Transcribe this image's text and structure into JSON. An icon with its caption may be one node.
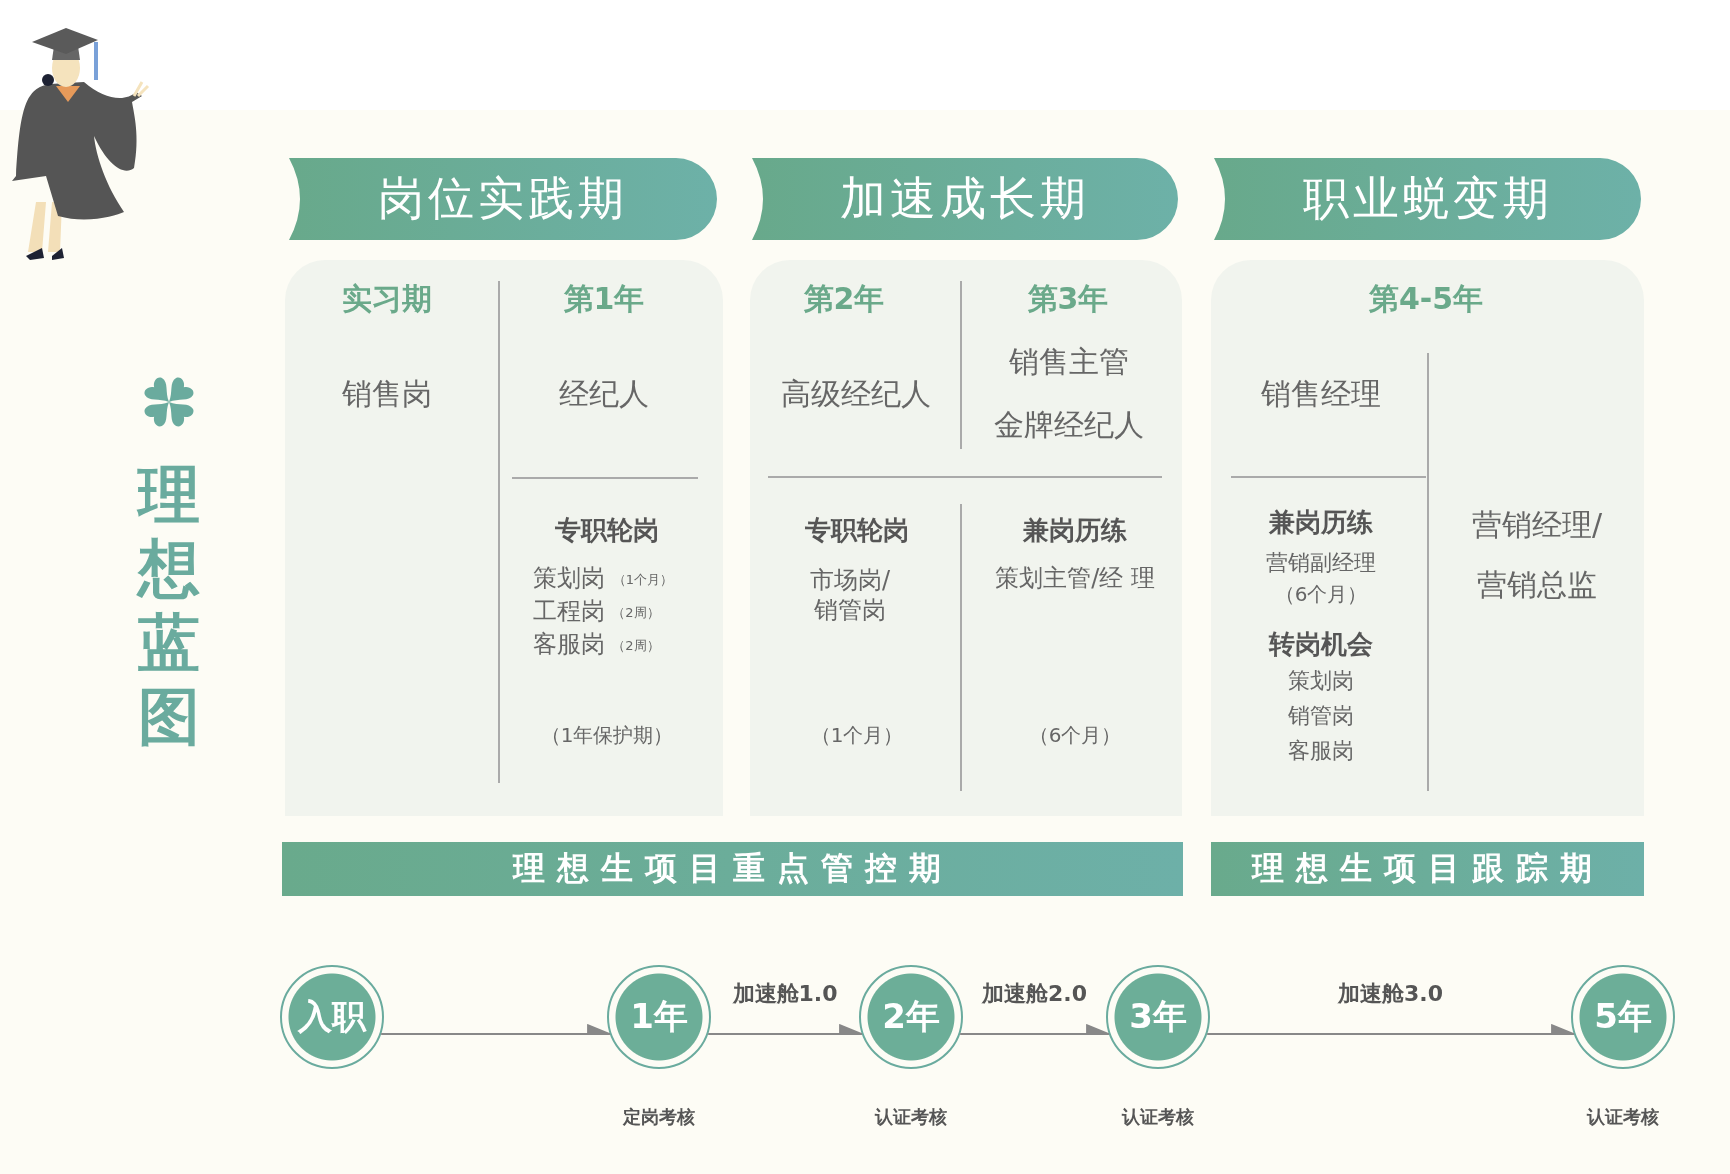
{
  "diagram": {
    "title": "理想蓝图",
    "nodes": [
      {
        "text": [
          "岗位实践期"
        ]
      },
      {
        "text": [
          "加速成长期"
        ]
      },
      {
        "text": [
          "职业蜕变期"
        ]
      },
      {
        "text": [
          "实习期",
          "销售岗",
          "第1年",
          "经纪人",
          "专职轮岗",
          "策划岗",
          "（1个月）",
          "工程岗",
          "（2周）",
          "客服岗",
          "（2周）",
          "（1年保护期）"
        ]
      },
      {
        "text": [
          "第2年",
          "高级经纪人",
          "第3年",
          "销售主管",
          "金牌经纪人",
          "专职轮岗",
          "市场岗/销管岗",
          "（1个月）",
          "兼岗历练",
          "策划主管/经 理",
          "（6个月）"
        ]
      },
      {
        "text": [
          "第4-5年",
          "销售经理",
          "兼岗历练",
          "营销副经理",
          "（6个月）",
          "转岗机会",
          "策划岗",
          "销管岗",
          "客服岗",
          "营销经理/营销总监"
        ]
      },
      {
        "text": [
          "理想生项目重点管控期"
        ]
      },
      {
        "text": [
          "理想生项目跟踪期"
        ]
      },
      {
        "text": [
          "入职"
        ]
      },
      {
        "text": [
          "1年"
        ],
        "beside": [
          "定岗考核"
        ]
      },
      {
        "text": [
          "2年"
        ],
        "beside": [
          "认证考核"
        ]
      },
      {
        "text": [
          "3年"
        ],
        "beside": [
          "认证考核"
        ]
      },
      {
        "text": [
          "5年"
        ],
        "beside": [
          "认证考核"
        ]
      }
    ],
    "edges": [
      {
        "from": 8,
        "to": 9,
        "arrow": "to"
      },
      {
        "from": 9,
        "to": 10,
        "arrow": "to",
        "label": "加速舱1.0"
      },
      {
        "from": 10,
        "to": 11,
        "arrow": "to",
        "label": "加速舱2.0"
      },
      {
        "from": 11,
        "to": 12,
        "arrow": "to",
        "label": "加速舱3.0"
      }
    ]
  }
}
